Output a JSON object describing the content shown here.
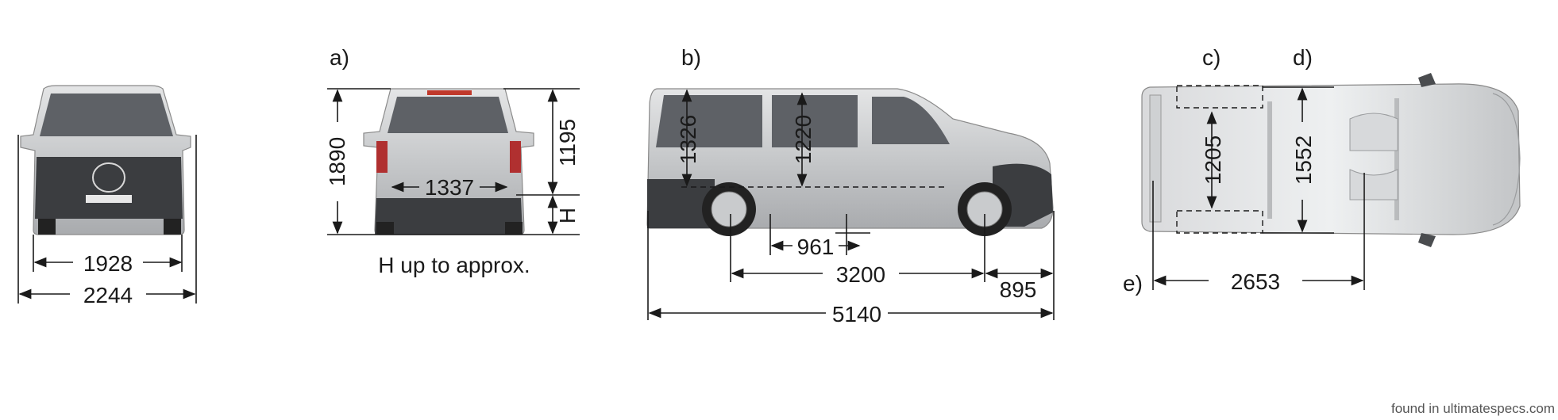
{
  "labels": {
    "a": "a)",
    "b": "b)",
    "c": "c)",
    "d": "d)",
    "e": "e)"
  },
  "front_view": {
    "track_width": "1928",
    "overall_width": "2244"
  },
  "rear_view": {
    "height": "1890",
    "opening_width": "1337",
    "opening_height": "1195",
    "sill_height": "H",
    "caption": "H up to approx."
  },
  "side_view": {
    "interior_height_rear": "1326",
    "interior_height_mid": "1220",
    "sliding_door_width": "961",
    "wheelbase": "3200",
    "front_overhang": "895",
    "overall_length": "5140"
  },
  "top_view": {
    "width_between_wheel_arches": "1205",
    "interior_width": "1552",
    "load_length": "2653"
  },
  "watermark": "found in ultimatespecs.com",
  "colors": {
    "line": "#1a1a1a",
    "body_silver": "#c8cacc",
    "bumper": "#3b3d40"
  }
}
